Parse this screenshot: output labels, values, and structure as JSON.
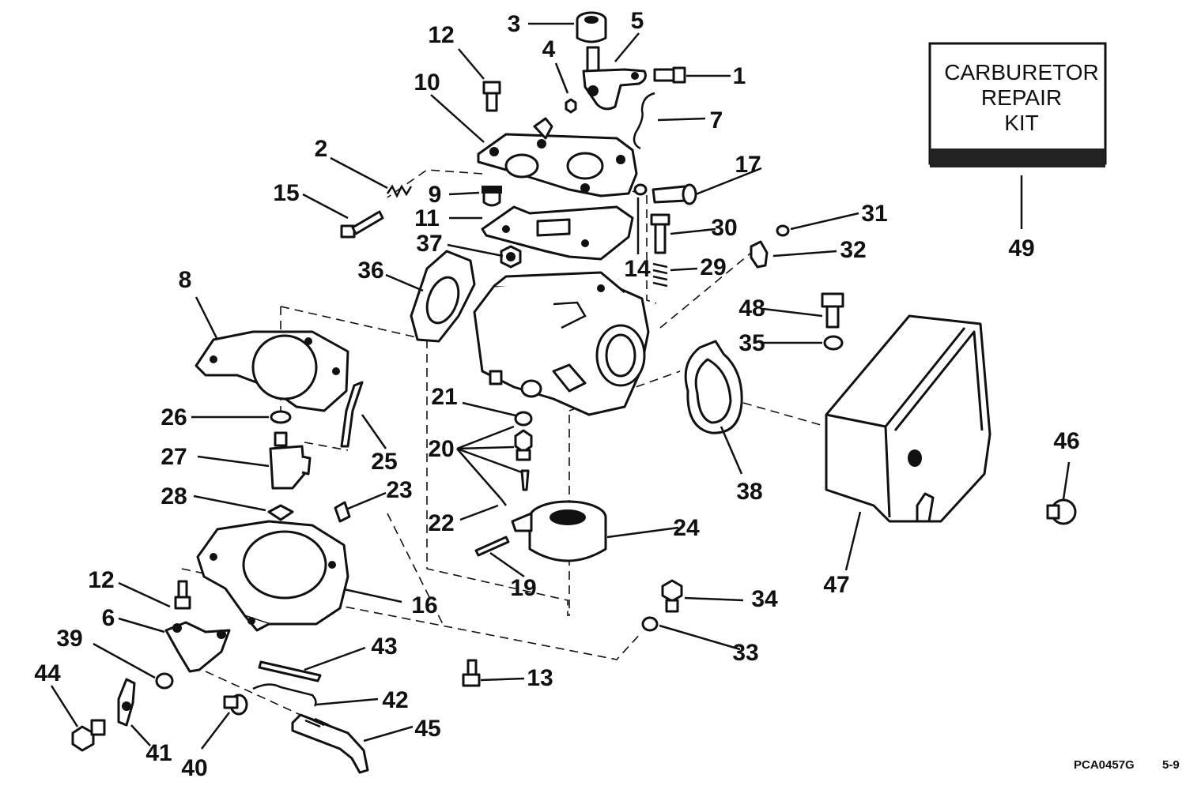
{
  "kit_box": {
    "line1": "CARBURETOR",
    "line2": "REPAIR",
    "line3": "KIT"
  },
  "footer": {
    "code": "PCA0457G",
    "page": "5-9"
  },
  "callouts": {
    "c1": "1",
    "c2": "2",
    "c3": "3",
    "c4": "4",
    "c5": "5",
    "c6": "6",
    "c7": "7",
    "c8": "8",
    "c9": "9",
    "c10": "10",
    "c11": "11",
    "c12a": "12",
    "c12b": "12",
    "c13": "13",
    "c14": "14",
    "c15": "15",
    "c16": "16",
    "c17": "17",
    "c19": "19",
    "c20": "20",
    "c21": "21",
    "c22": "22",
    "c23": "23",
    "c24": "24",
    "c25": "25",
    "c26": "26",
    "c27": "27",
    "c28": "28",
    "c29": "29",
    "c30": "30",
    "c31": "31",
    "c32": "32",
    "c33": "33",
    "c34": "34",
    "c35": "35",
    "c36": "36",
    "c37": "37",
    "c38": "38",
    "c39": "39",
    "c40": "40",
    "c41": "41",
    "c42": "42",
    "c43": "43",
    "c44": "44",
    "c45": "45",
    "c46": "46",
    "c47": "47",
    "c48": "48",
    "c49": "49"
  }
}
